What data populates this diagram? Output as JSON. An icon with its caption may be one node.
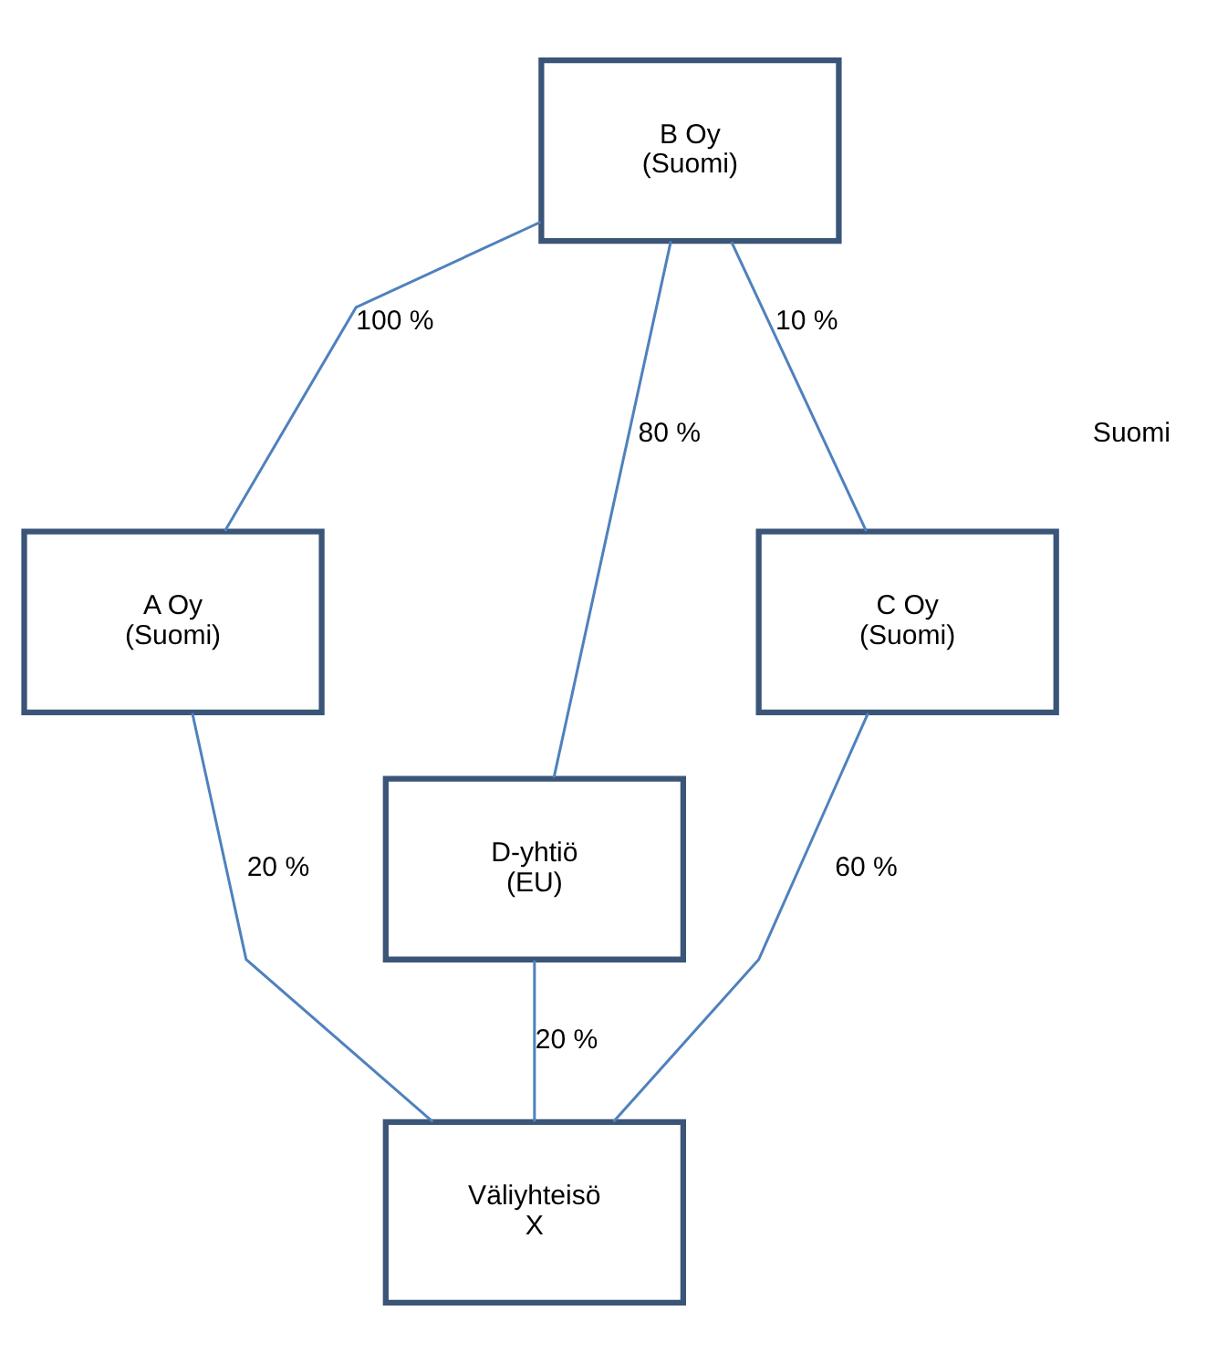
{
  "diagram": {
    "nodes": [
      {
        "text": [
          "B Oy",
          "(Suomi)"
        ]
      },
      {
        "text": [
          "A Oy",
          "(Suomi)"
        ]
      },
      {
        "text": [
          "C Oy",
          "(Suomi)"
        ]
      },
      {
        "text": [
          "D-yhtiö",
          "(EU)"
        ]
      },
      {
        "text": [
          "Väliyhteisö",
          "X"
        ]
      }
    ],
    "edges": [
      {
        "from": 0,
        "to": 1,
        "arrow": "none",
        "label": "100 %"
      },
      {
        "from": 0,
        "to": 3,
        "arrow": "none",
        "label": "80 %"
      },
      {
        "from": 0,
        "to": 2,
        "arrow": "none",
        "label": "10 %"
      },
      {
        "from": 1,
        "to": 4,
        "arrow": "none",
        "label": "20 %"
      },
      {
        "from": 3,
        "to": 4,
        "arrow": "none",
        "label": "20 %"
      },
      {
        "from": 2,
        "to": 4,
        "arrow": "none",
        "label": "60 %"
      }
    ],
    "labels": [
      "Suomi"
    ]
  }
}
